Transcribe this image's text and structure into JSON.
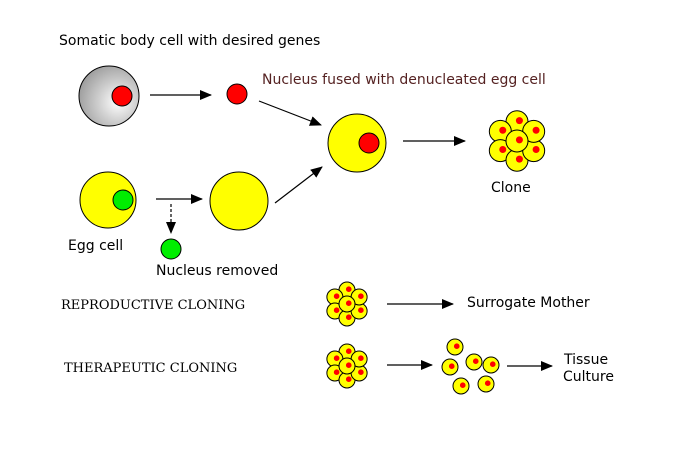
{
  "labels": {
    "somatic_cell": "Somatic body cell with desired genes",
    "fused": "Nucleus fused with denucleated egg cell",
    "egg_cell": "Egg cell",
    "nucleus_removed": "Nucleus removed",
    "clone": "Clone",
    "reproductive": "REPRODUCTIVE CLONING",
    "surrogate": "Surrogate Mother",
    "therapeutic": "THERAPEUTIC CLONING",
    "tissue_line1": "Tissue",
    "tissue_line2": "Culture"
  },
  "colors": {
    "cytoplasm": "#ffff00",
    "nucleus": "#ff0000",
    "egg_nucleus": "#00ee00",
    "somatic_cytoplasm": "#b0b0b0",
    "fused_label": "#552222",
    "outline": "#000000"
  }
}
